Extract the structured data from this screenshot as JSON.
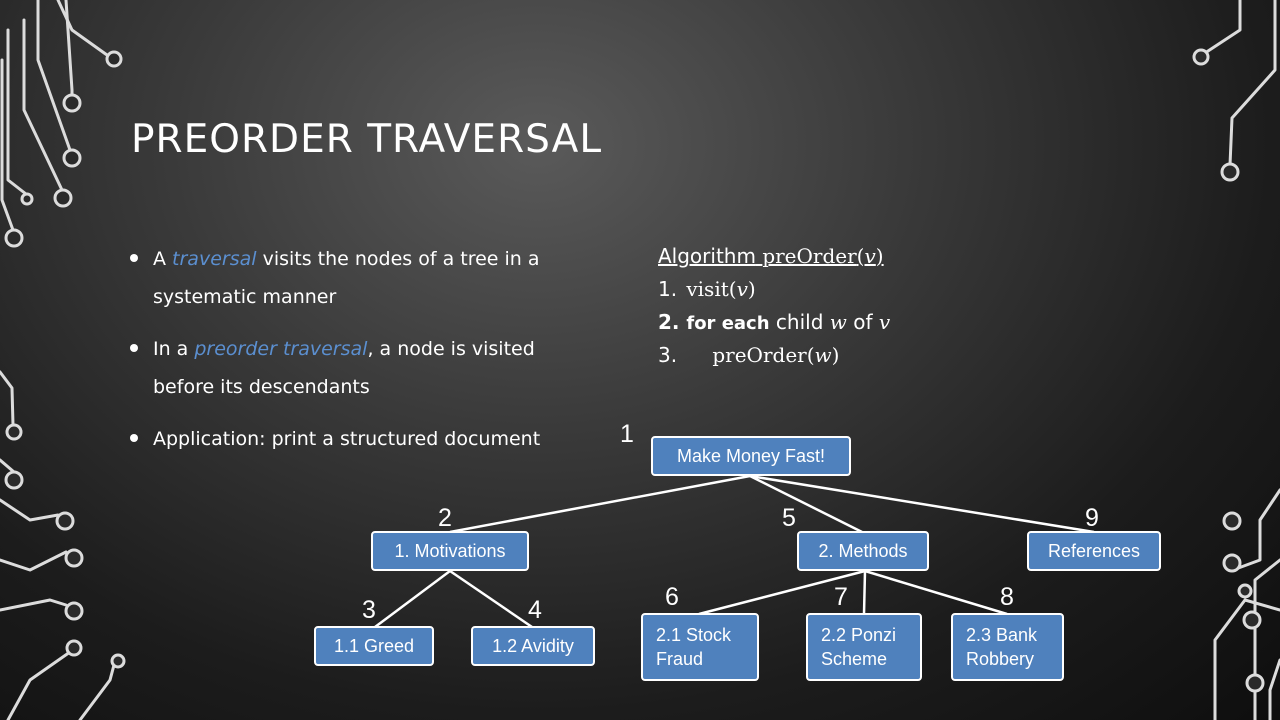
{
  "slide": {
    "title": "PREORDER TRAVERSAL",
    "bullets": [
      {
        "pre": "A ",
        "em": "traversal",
        "post": " visits the nodes of a tree in a systematic manner"
      },
      {
        "pre": "In a ",
        "em": "preorder traversal",
        "post": ", a node is visited before its descendants"
      },
      {
        "pre": "Application: print a structured document",
        "em": "",
        "post": ""
      }
    ]
  },
  "algorithm": {
    "heading": "Algorithm",
    "heading_func": "preOrder",
    "heading_var": "v",
    "steps": [
      {
        "num": "1.",
        "func": "visit",
        "var": "v"
      },
      {
        "num": "2.",
        "kw": "for each",
        "mid1": " child ",
        "var1": "w",
        "mid2": " of ",
        "var2": "v"
      },
      {
        "num": "3.",
        "func": "preOrder",
        "var": "w"
      }
    ]
  },
  "tree": {
    "nodes": {
      "root": "Make Money Fast!",
      "motivations": "1. Motivations",
      "methods": "2. Methods",
      "references": "References",
      "greed": "1.1 Greed",
      "avidity": "1.2 Avidity",
      "stock_fraud": "2.1 Stock Fraud",
      "ponzi": "2.2 Ponzi Scheme",
      "bank": "2.3 Bank Robbery"
    },
    "order": {
      "root": "1",
      "motivations": "2",
      "greed": "3",
      "avidity": "4",
      "methods": "5",
      "stock_fraud": "6",
      "ponzi": "7",
      "bank": "8",
      "references": "9"
    }
  },
  "colors": {
    "node_fill": "#4f81bd",
    "emphasis": "#5b8fd0",
    "text": "#ffffff"
  }
}
